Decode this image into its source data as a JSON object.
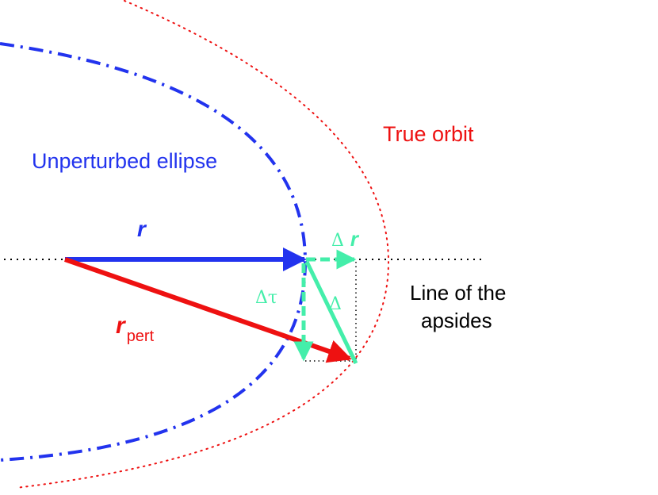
{
  "labels": {
    "true_orbit": "True orbit",
    "unperturbed": "Unperturbed ellipse",
    "r": "r",
    "r_pert_main": "r",
    "r_pert_sub": "pert",
    "delta_r_sym": "Δ",
    "delta_r_letter": "r",
    "delta_tau": "Δτ",
    "delta": "Δ",
    "apsides_line1": "Line of the",
    "apsides_line2": "apsides"
  },
  "colors": {
    "unperturbed": "#2233ee",
    "true_orbit": "#ee1111",
    "delta": "#44eeaa",
    "guide": "#000000"
  }
}
